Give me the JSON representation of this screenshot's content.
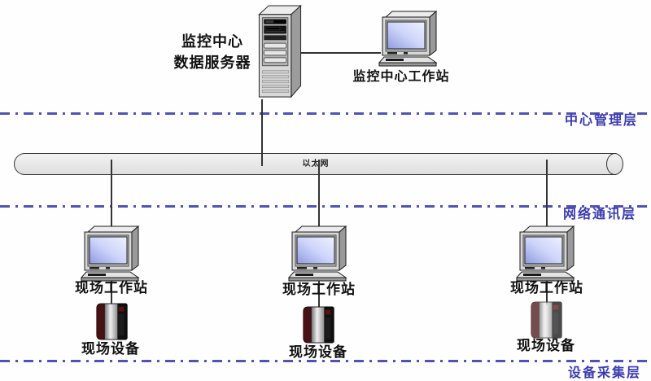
{
  "diagram": {
    "type": "network-architecture",
    "nodes": {
      "server": {
        "icon": "tower-server-icon",
        "label_line1": "监控中心",
        "label_line2": "数据服务器"
      },
      "center_workstation": {
        "icon": "desktop-computer-icon",
        "label": "监控中心工作站"
      },
      "ethernet_bus": {
        "label": "以太网"
      },
      "field_workstations": [
        {
          "icon": "desktop-computer-icon",
          "label": "现场工作站"
        },
        {
          "icon": "desktop-computer-icon",
          "label": "现场工作站"
        },
        {
          "icon": "desktop-computer-icon",
          "label": "现场工作站"
        }
      ],
      "field_devices": [
        {
          "icon": "field-device-icon",
          "label": "现场设备"
        },
        {
          "icon": "field-device-icon",
          "label": "现场设备"
        },
        {
          "icon": "field-device-icon",
          "label": "现场设备"
        }
      ]
    },
    "layers": [
      {
        "label": "中心管理层"
      },
      {
        "label": "网络通讯层"
      },
      {
        "label": "设备采集层"
      }
    ],
    "colors": {
      "layer_label": "#3b3bad",
      "layer_dash": "#5252b5",
      "connector": "#333333",
      "bus_fill": "#e9e9e9",
      "screen_blue": "#b9c2f2",
      "device_red": "#4f0f12"
    }
  }
}
